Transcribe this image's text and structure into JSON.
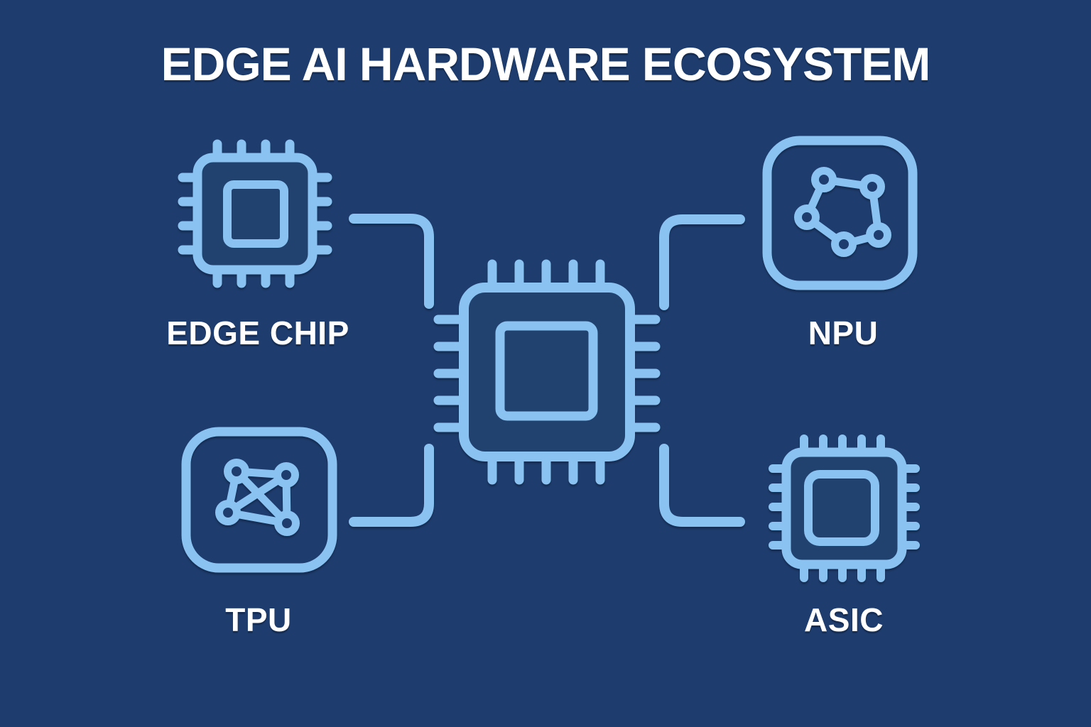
{
  "title": "EDGE AI HARDWARE ECOSYSTEM",
  "theme": {
    "bg": "#1E3D6E",
    "accent": "#8AC3F1",
    "chip-fill": "#21416F",
    "text": "#FFFFFF"
  },
  "diagram": {
    "center": {
      "id": "cpu",
      "icon": "cpu-chip-icon",
      "label": ""
    },
    "nodes": [
      {
        "id": "edge-chip",
        "label": "EDGE CHIP",
        "icon": "microchip-icon",
        "position": "top-left"
      },
      {
        "id": "npu",
        "label": "NPU",
        "icon": "neural-network-ring-icon",
        "position": "top-right"
      },
      {
        "id": "tpu",
        "label": "TPU",
        "icon": "connected-graph-icon",
        "position": "bottom-left"
      },
      {
        "id": "asic",
        "label": "ASIC",
        "icon": "microchip-icon",
        "position": "bottom-right"
      }
    ],
    "connections": [
      {
        "from": "edge-chip",
        "to": "cpu"
      },
      {
        "from": "npu",
        "to": "cpu"
      },
      {
        "from": "tpu",
        "to": "cpu"
      },
      {
        "from": "asic",
        "to": "cpu"
      }
    ]
  }
}
